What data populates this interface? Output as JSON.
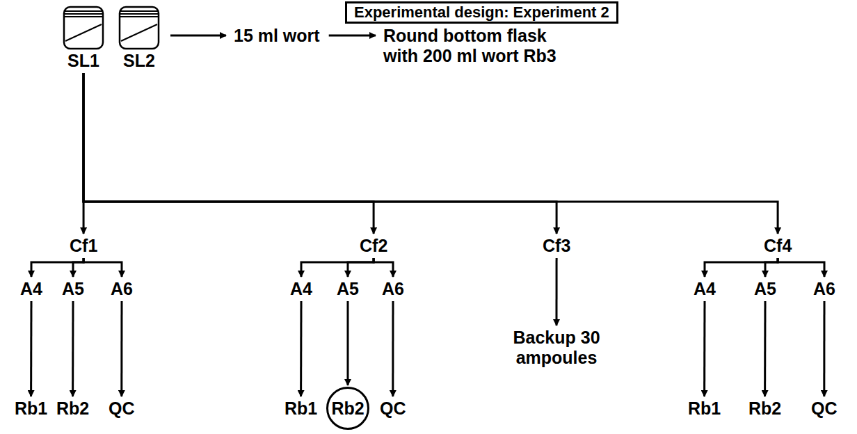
{
  "diagram": {
    "title": "Experimental design: Experiment 2",
    "nodes": [
      {
        "text": [
          "SL1"
        ]
      },
      {
        "text": [
          "SL2"
        ]
      },
      {
        "text": [
          "15 ml wort"
        ]
      },
      {
        "text": [
          "Round bottom flask with 200 ml wort Rb3"
        ]
      },
      {
        "text": [
          "Cf1"
        ]
      },
      {
        "text": [
          "A4"
        ]
      },
      {
        "text": [
          "A5"
        ]
      },
      {
        "text": [
          "A6"
        ]
      },
      {
        "text": [
          "Rb1"
        ]
      },
      {
        "text": [
          "Rb2"
        ]
      },
      {
        "text": [
          "QC"
        ]
      },
      {
        "text": [
          "Cf2"
        ]
      },
      {
        "text": [
          "A4"
        ]
      },
      {
        "text": [
          "A5"
        ]
      },
      {
        "text": [
          "A6"
        ]
      },
      {
        "text": [
          "Rb1"
        ]
      },
      {
        "text": [
          "Rb2"
        ]
      },
      {
        "text": [
          "QC"
        ]
      },
      {
        "text": [
          "Cf3"
        ]
      },
      {
        "text": [
          "Backup 30 ampoules"
        ]
      },
      {
        "text": [
          "Cf4"
        ]
      },
      {
        "text": [
          "A4"
        ]
      },
      {
        "text": [
          "A5"
        ]
      },
      {
        "text": [
          "A6"
        ]
      },
      {
        "text": [
          "Rb1"
        ]
      },
      {
        "text": [
          "Rb2"
        ]
      },
      {
        "text": [
          "QC"
        ]
      }
    ],
    "edges": [
      {
        "from": 1,
        "to": 2,
        "arrow": "to"
      },
      {
        "from": 2,
        "to": 3,
        "arrow": "to"
      },
      {
        "from": 0,
        "to": 4,
        "arrow": "to"
      },
      {
        "from": 0,
        "to": 11,
        "arrow": "to"
      },
      {
        "from": 0,
        "to": 18,
        "arrow": "to"
      },
      {
        "from": 0,
        "to": 20,
        "arrow": "to"
      },
      {
        "from": 4,
        "to": 5,
        "arrow": "to"
      },
      {
        "from": 4,
        "to": 6,
        "arrow": "to"
      },
      {
        "from": 4,
        "to": 7,
        "arrow": "to"
      },
      {
        "from": 5,
        "to": 8,
        "arrow": "to"
      },
      {
        "from": 6,
        "to": 9,
        "arrow": "to"
      },
      {
        "from": 7,
        "to": 10,
        "arrow": "to"
      },
      {
        "from": 11,
        "to": 12,
        "arrow": "to"
      },
      {
        "from": 11,
        "to": 13,
        "arrow": "to"
      },
      {
        "from": 11,
        "to": 14,
        "arrow": "to"
      },
      {
        "from": 12,
        "to": 15,
        "arrow": "to"
      },
      {
        "from": 13,
        "to": 16,
        "arrow": "to"
      },
      {
        "from": 14,
        "to": 17,
        "arrow": "to"
      },
      {
        "from": 18,
        "to": 19,
        "arrow": "to"
      },
      {
        "from": 20,
        "to": 21,
        "arrow": "to"
      },
      {
        "from": 20,
        "to": 22,
        "arrow": "to"
      },
      {
        "from": 20,
        "to": 23,
        "arrow": "to"
      },
      {
        "from": 21,
        "to": 24,
        "arrow": "to"
      },
      {
        "from": 22,
        "to": 25,
        "arrow": "to"
      },
      {
        "from": 23,
        "to": 26,
        "arrow": "to"
      }
    ]
  }
}
